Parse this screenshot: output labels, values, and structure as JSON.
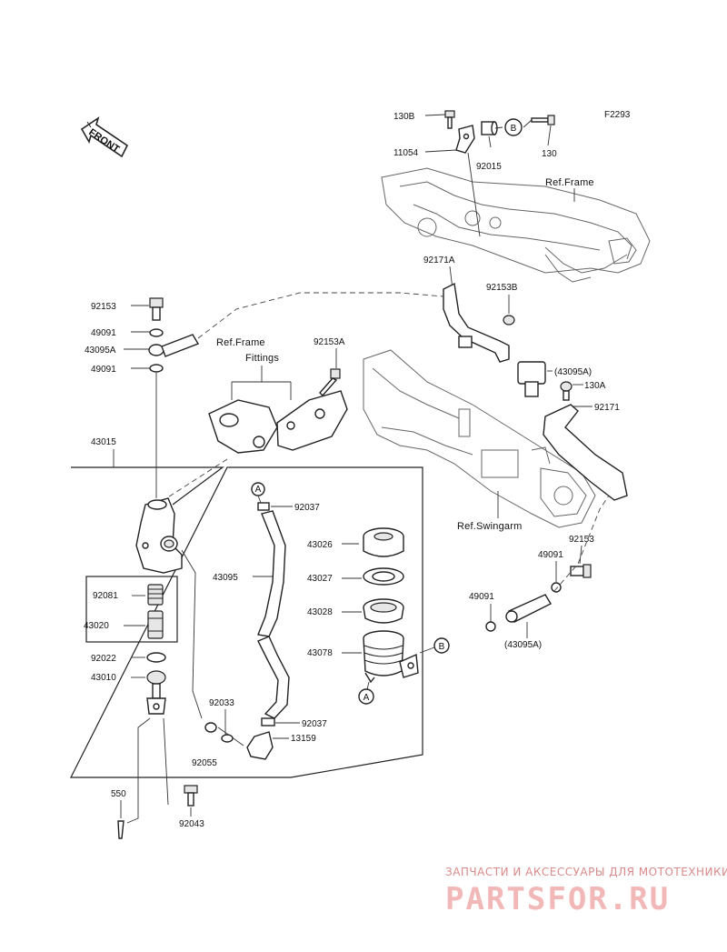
{
  "figure_code": "F2293",
  "front_label": "FRONT",
  "labels": {
    "p130b": "130B",
    "p11054": "11054",
    "p92015": "92015",
    "p130": "130",
    "b_top": "B",
    "ref_frame": "Ref.Frame",
    "p92171a": "92171A",
    "p92153b": "92153B",
    "p43095a_r1": "(43095A)",
    "p130a": "130A",
    "p92171": "92171",
    "ref_swingarm": "Ref.Swingarm",
    "p92153_right": "92153",
    "p49091_right_upper": "49091",
    "p49091_right_lower": "49091",
    "p43095a_r2": "(43095A)",
    "p92153_left": "92153",
    "p49091_left_upper": "49091",
    "p43095a_left": "43095A",
    "p49091_left_lower": "49091",
    "ref_frame_fittings_1": "Ref.Frame",
    "ref_frame_fittings_2": "Fittings",
    "p92153a": "92153A",
    "p43015": "43015",
    "a_top": "A",
    "p92037_top": "92037",
    "p43026": "43026",
    "p43095": "43095",
    "p43027": "43027",
    "p92081": "92081",
    "p43028": "43028",
    "p43020": "43020",
    "p43078": "43078",
    "b_mid": "B",
    "p92022": "92022",
    "p43010": "43010",
    "a_mid": "A",
    "p92033": "92033",
    "p92037_bottom": "92037",
    "p13159": "13159",
    "p92055": "92055",
    "p550": "550",
    "p92043": "92043"
  },
  "watermark": {
    "line1": "ЗАПЧАСТИ И АКСЕССУАРЫ ДЛЯ МОТОТЕХНИКИ",
    "line2": "PARTSFOR.RU"
  },
  "colors": {
    "watermark_line1": "#d98a8a",
    "watermark_line2": "#f2b8b8",
    "ink": "#222222"
  }
}
